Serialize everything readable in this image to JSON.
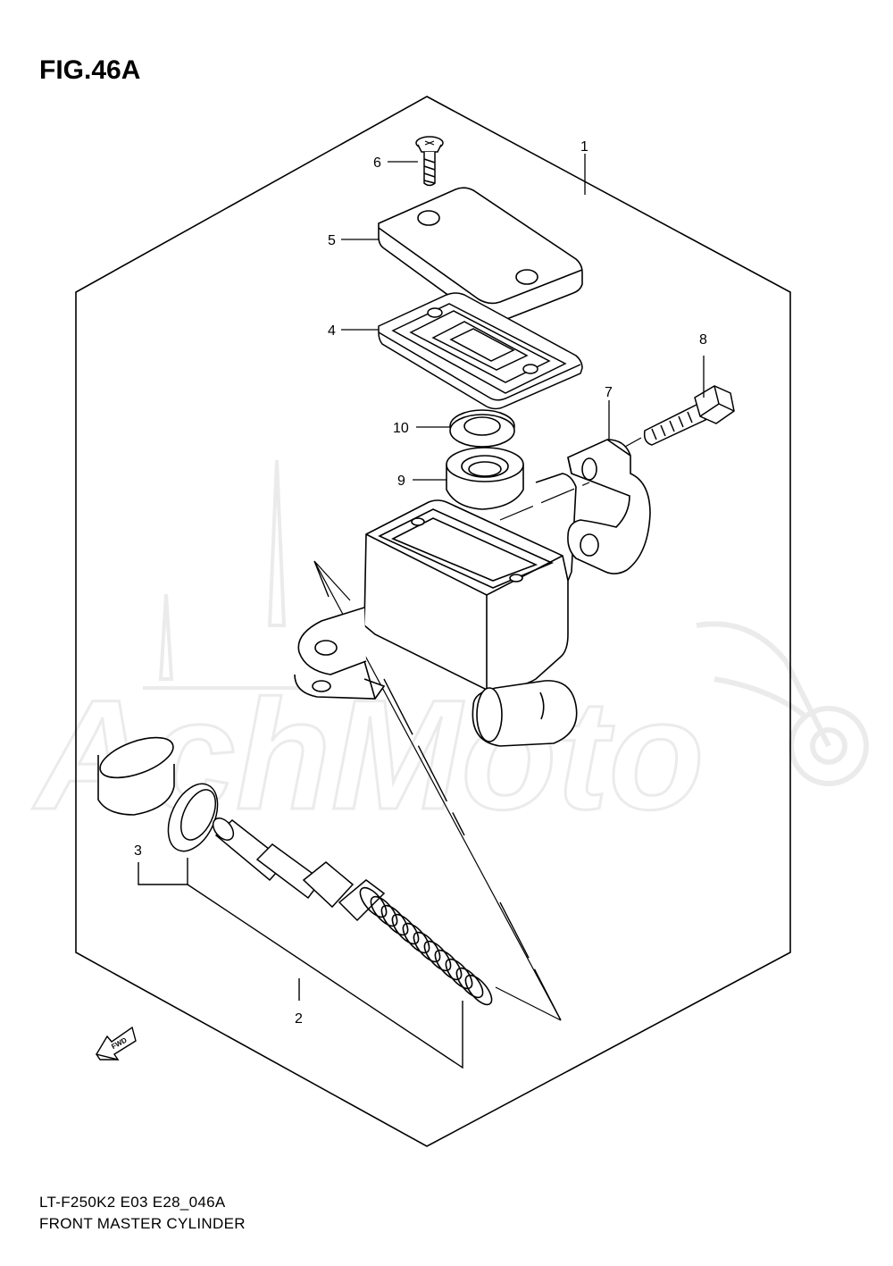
{
  "figure": {
    "title": "FIG.46A"
  },
  "footer": {
    "model_code": "LT-F250K2 E03 E28_046A",
    "assembly_name": "FRONT MASTER CYLINDER"
  },
  "fwd_label": "FWD",
  "watermark": "AchMoto",
  "callouts": [
    "1",
    "2",
    "3",
    "4",
    "5",
    "6",
    "7",
    "8",
    "9",
    "10"
  ]
}
